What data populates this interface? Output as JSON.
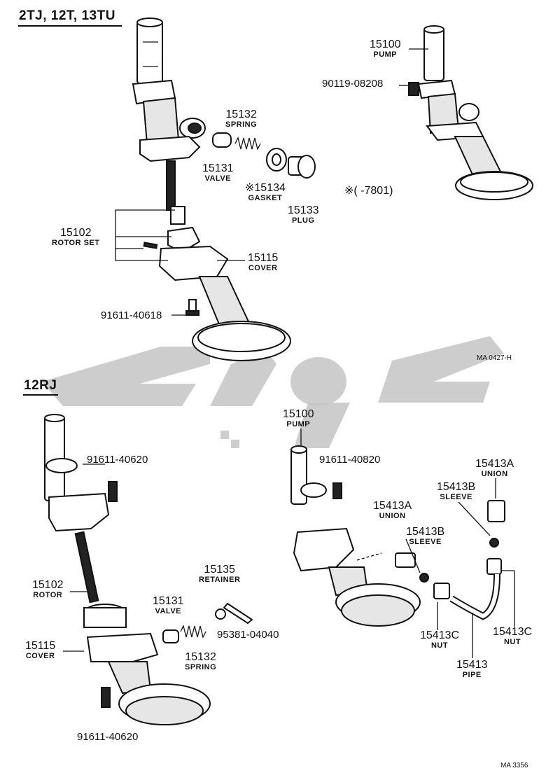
{
  "section_top": {
    "title": "2TJ, 12T, 13TU"
  },
  "section_bottom": {
    "title": "12RJ"
  },
  "labels": {
    "pump_top": {
      "part": "15100",
      "name": "PUMP"
    },
    "bolt_top_right": {
      "part": "90119-08208"
    },
    "spring_top": {
      "part": "15132",
      "name": "SPRING"
    },
    "valve_top": {
      "part": "15131",
      "name": "VALVE"
    },
    "gasket_top": {
      "part": "※15134",
      "name": "GASKET"
    },
    "plug_top": {
      "part": "15133",
      "name": "PLUG"
    },
    "rotor_set_top": {
      "part": "15102",
      "name": "ROTOR SET"
    },
    "cover_top": {
      "part": "15115",
      "name": "COVER"
    },
    "bolt_top_left": {
      "part": "91611-40618"
    },
    "note_top": {
      "text": "※(     -7801)"
    },
    "ref_top": {
      "text": "MA 0427-H"
    },
    "bolt_bl_top": {
      "part": "91611-40620"
    },
    "rotor_bl": {
      "part": "15102",
      "name": "ROTOR"
    },
    "retainer_bl": {
      "part": "15135",
      "name": "RETAINER"
    },
    "valve_bl": {
      "part": "15131",
      "name": "VALVE"
    },
    "pin_bl": {
      "part": "95381-04040"
    },
    "cover_bl": {
      "part": "15115",
      "name": "COVER"
    },
    "spring_bl": {
      "part": "15132",
      "name": "SPRING"
    },
    "bolt_bl_bottom": {
      "part": "91611-40620"
    },
    "pump_br": {
      "part": "15100",
      "name": "PUMP"
    },
    "bolt_br": {
      "part": "91611-40820"
    },
    "union_br_right": {
      "part": "15413A",
      "name": "UNION"
    },
    "sleeve_br_right": {
      "part": "15413B",
      "name": "SLEEVE"
    },
    "union_br_mid": {
      "part": "15413A",
      "name": "UNION"
    },
    "sleeve_br_mid": {
      "part": "15413B",
      "name": "SLEEVE"
    },
    "nut_br_left": {
      "part": "15413C",
      "name": "NUT"
    },
    "pipe_br": {
      "part": "15413",
      "name": "PIPE"
    },
    "nut_br_right": {
      "part": "15413C",
      "name": "NUT"
    },
    "ref_bottom": {
      "text": "MA 3356"
    }
  }
}
